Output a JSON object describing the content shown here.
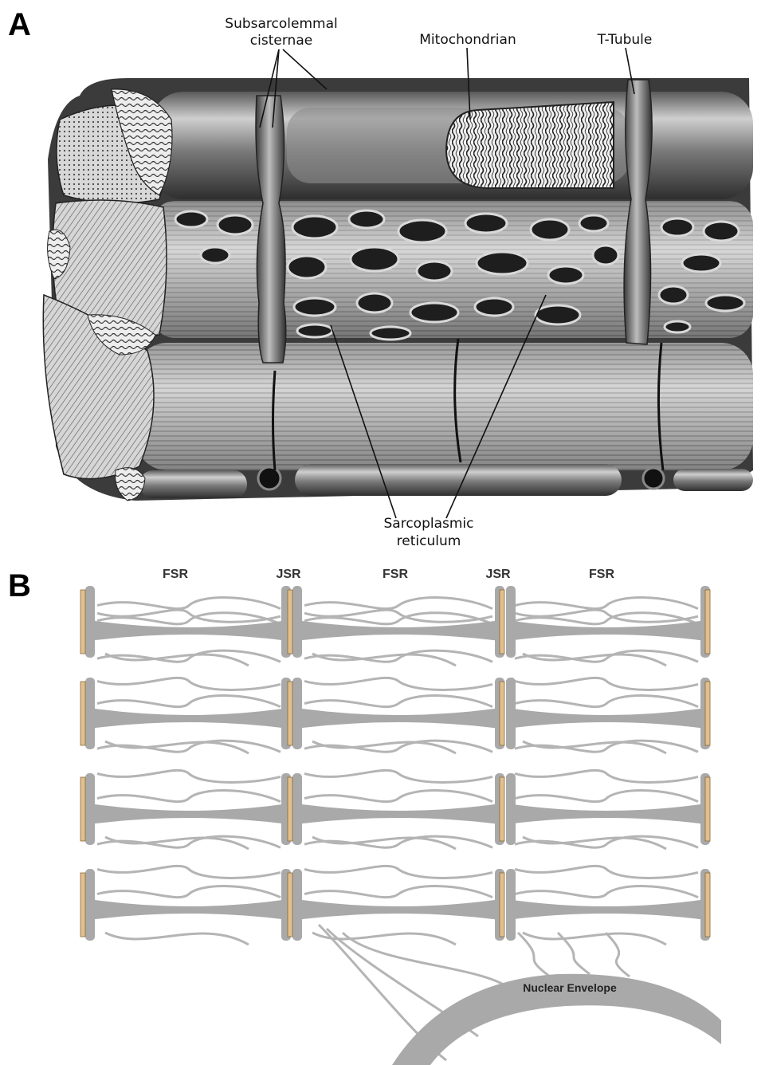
{
  "panel_a": {
    "letter": "A",
    "labels": {
      "subsarcolemmal_line1": "Subsarcolemmal",
      "subsarcolemmal_line2": "cisternae",
      "mitochondrion": "Mitochondrian",
      "t_tubule": "T-Tubule",
      "sr_line1": "Sarcoplasmic",
      "sr_line2": "reticulum"
    }
  },
  "panel_b": {
    "letter": "B",
    "region_labels": [
      "FSR",
      "JSR",
      "FSR",
      "JSR",
      "FSR"
    ],
    "nuclear_envelope": "Nuclear Envelope"
  },
  "colors": {
    "sr_gray": "#a9a9a9",
    "network_line": "#b4b4b4",
    "t_tubule_tan": "#e2bf8f",
    "drawing_dark": "#2a2a2a"
  }
}
